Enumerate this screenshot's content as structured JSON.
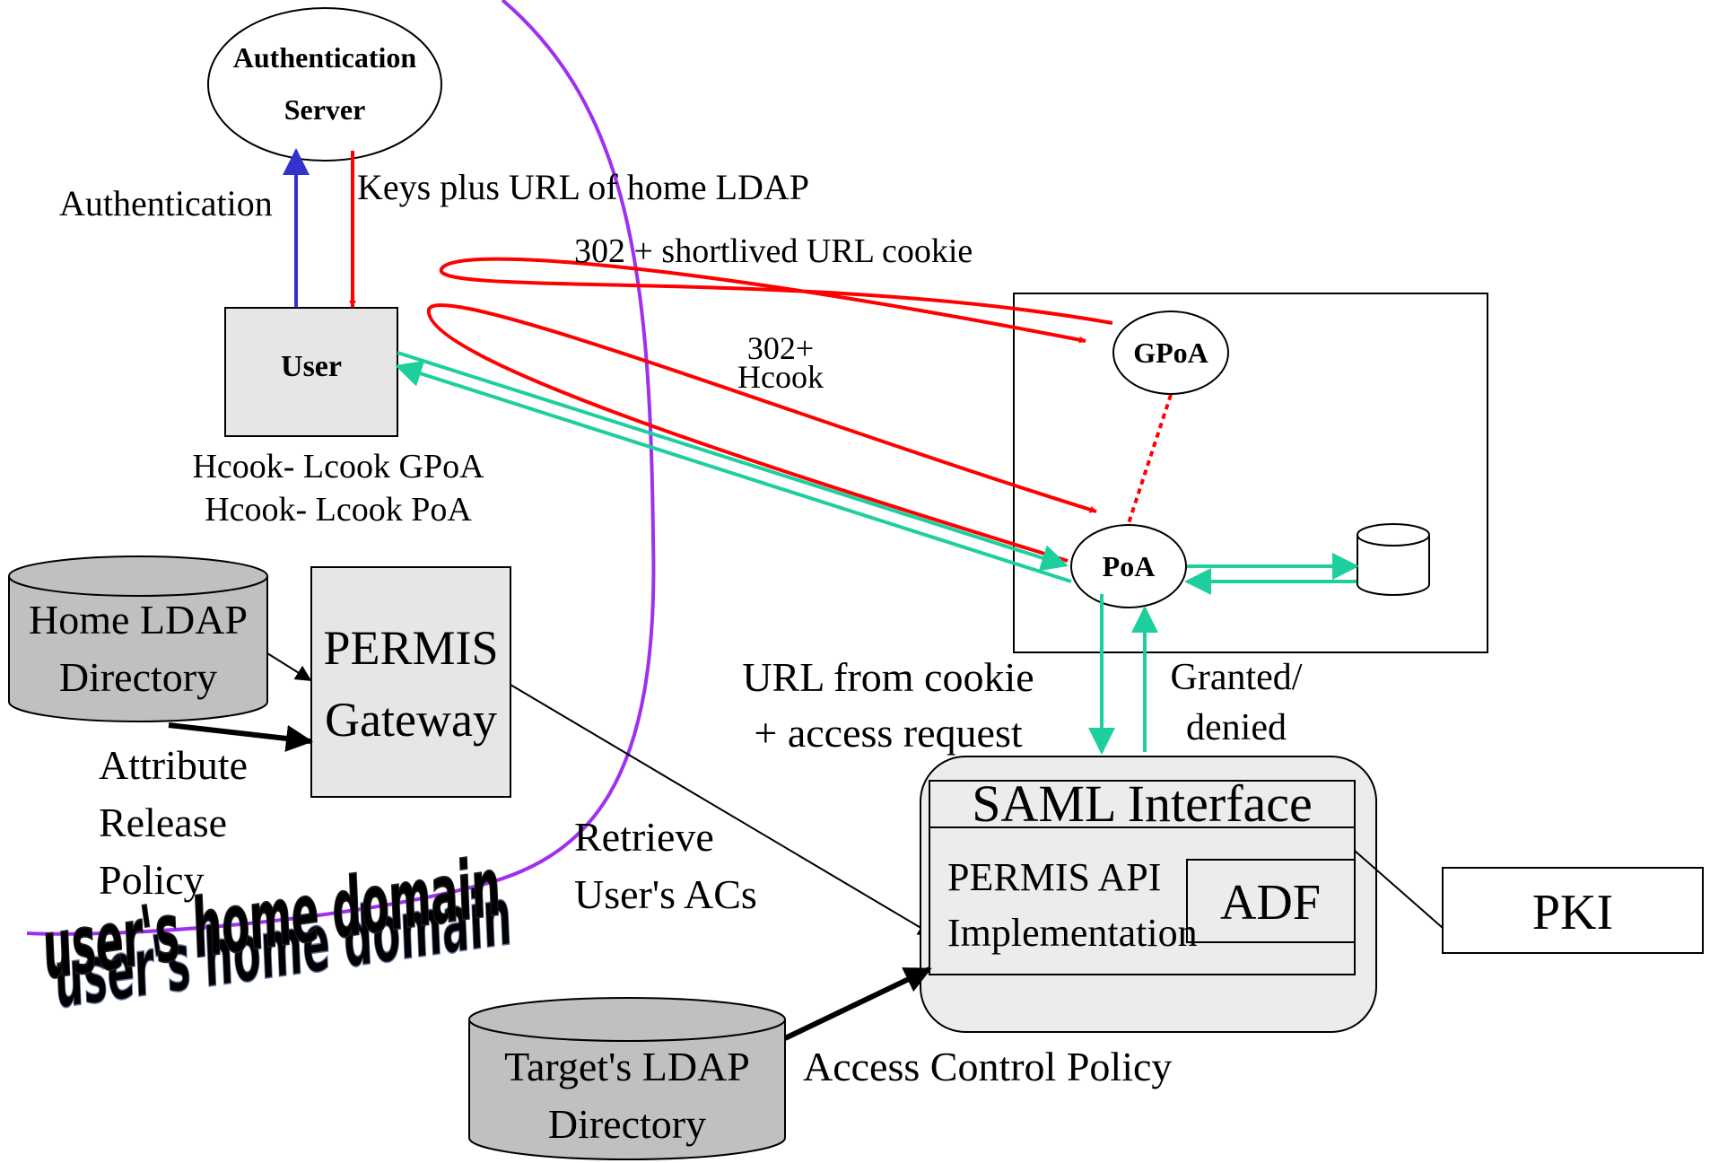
{
  "nodes": {
    "auth_server": [
      "Authentication",
      "Server"
    ],
    "user": "User",
    "gpoa": "GPoA",
    "poa": "PoA",
    "home_ldap": [
      "Home LDAP",
      "Directory"
    ],
    "permis_gateway": [
      "PERMIS",
      "Gateway"
    ],
    "target_ldap": [
      "Target's LDAP",
      "Directory"
    ],
    "saml_interface": "SAML Interface",
    "permis_api": [
      "PERMIS API",
      "Implementation"
    ],
    "adf": "ADF",
    "pki": "PKI"
  },
  "labels": {
    "authentication": "Authentication",
    "keys_url": "Keys plus URL of home LDAP",
    "shortlived_cookie": "302 + shortlived URL  cookie",
    "hcook_302": [
      "302+",
      "Hcook"
    ],
    "hcook_lines": [
      "Hcook- Lcook GPoA",
      "Hcook- Lcook PoA"
    ],
    "url_from_cookie": [
      "URL from cookie",
      "+ access request"
    ],
    "granted_denied": [
      "Granted/",
      "denied"
    ],
    "attribute_release": [
      "Attribute",
      "Release",
      "Policy"
    ],
    "retrieve_acs": [
      "Retrieve",
      "User's ACs"
    ],
    "access_control_policy": "Access Control Policy",
    "home_domain": "user's home domain"
  },
  "colors": {
    "red": "#ff0000",
    "blue": "#3333cc",
    "teal": "#1ecf9e",
    "purple": "#a030f0",
    "gray_box": "#e6e6e6",
    "gray_cyl": "#c0c0c0",
    "domain_fill": "#c040d0",
    "domain_shadow": "#9fb0d8"
  }
}
